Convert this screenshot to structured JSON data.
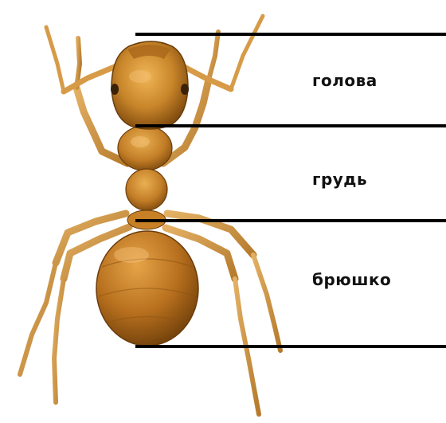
{
  "labels": {
    "head": "голова",
    "thorax": "грудь",
    "abdomen": "брюшко"
  },
  "colors": {
    "background": "#ffffff",
    "lines": "#000000",
    "ant_light": "#e8a848",
    "ant_mid": "#c8852a",
    "ant_dark": "#8a5212",
    "ant_edge": "#5e3608"
  }
}
